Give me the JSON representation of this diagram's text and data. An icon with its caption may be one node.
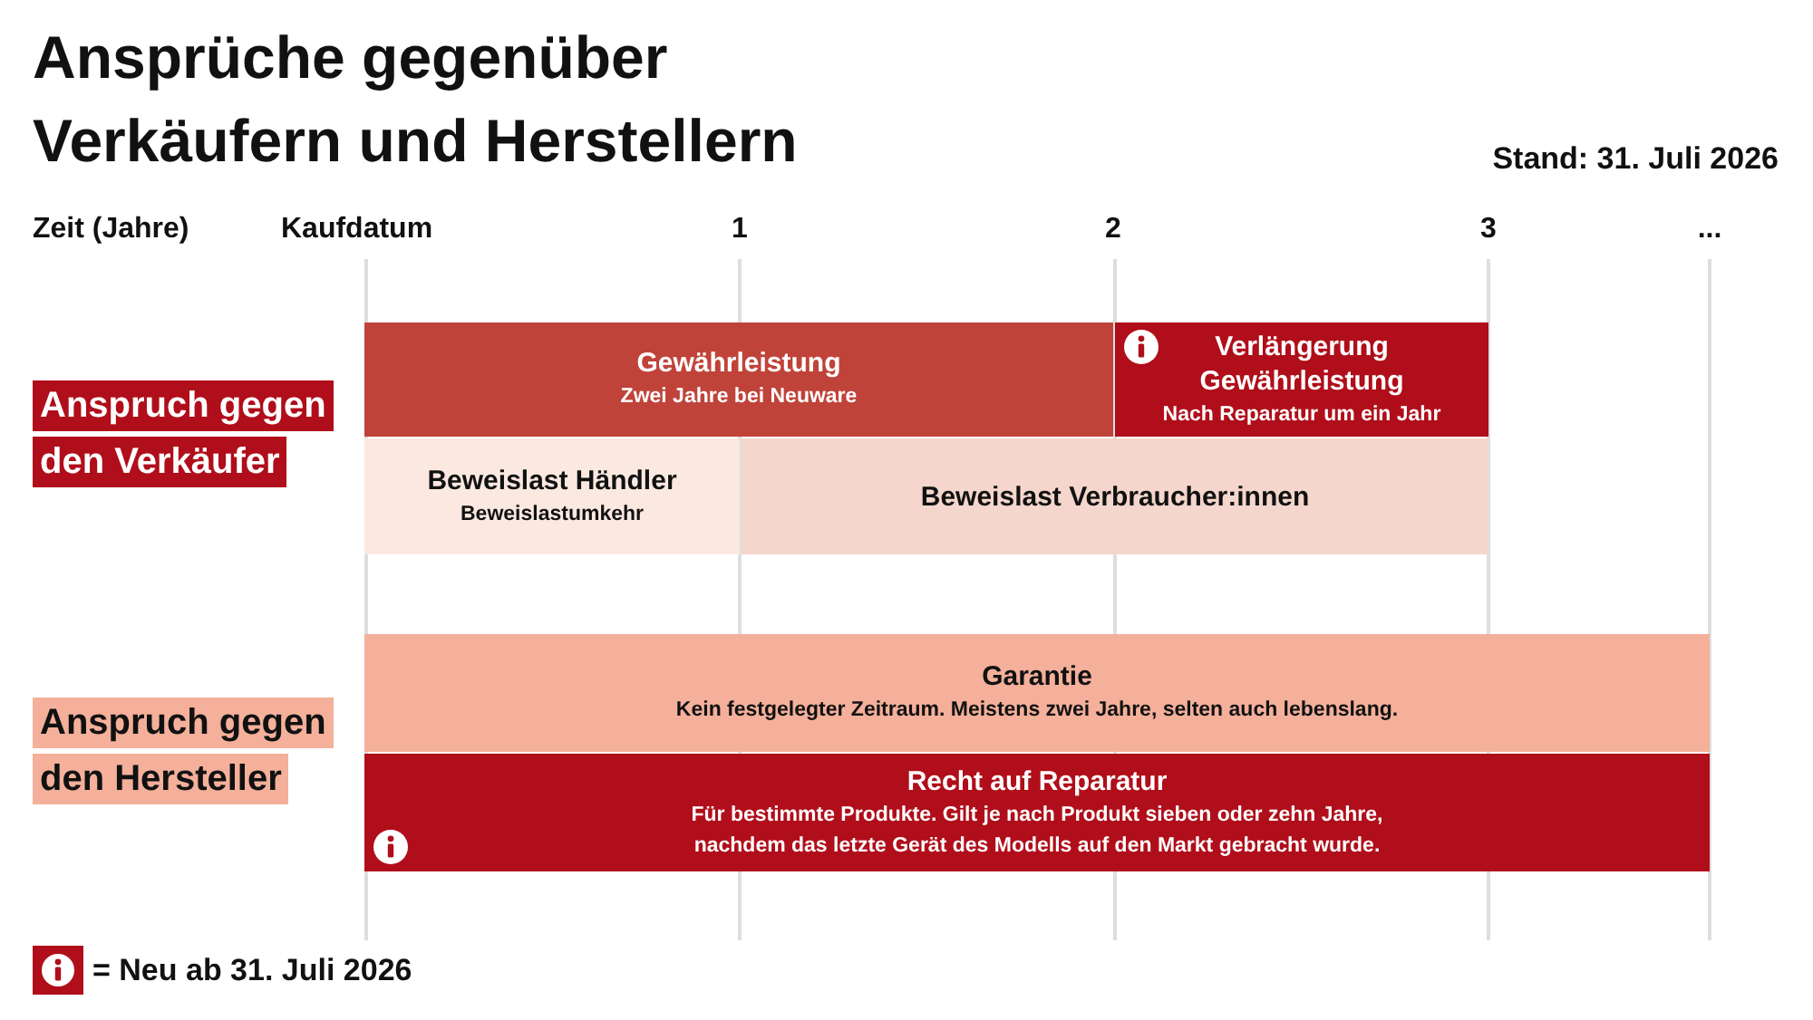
{
  "diagram": {
    "title": "Ansprüche gegenüber Verkäufern und Herstellern",
    "nodes": [
      {
        "text": [
          "Anspruch gegen den Verkäufer"
        ]
      },
      {
        "text": [
          "Gewährleistung",
          "Zwei Jahre bei Neuware"
        ]
      },
      {
        "text": [
          "Verlängerung Gewährleistung",
          "Nach Reparatur um ein Jahr"
        ]
      },
      {
        "text": [
          "Beweislast Händler",
          "Beweislastumkehr"
        ]
      },
      {
        "text": [
          "Beweislast Verbraucher:innen"
        ]
      },
      {
        "text": [
          "Anspruch gegen den Hersteller"
        ]
      },
      {
        "text": [
          "Garantie",
          "Kein festgelegter Zeitraum. Meistens zwei Jahre, selten auch lebenslang."
        ]
      },
      {
        "text": [
          "Recht auf Reparatur",
          "Für bestimmte Produkte. Gilt je nach Produkt sieben oder zehn Jahre, nachdem das letzte Gerät des Modells auf den Markt gebracht wurde."
        ]
      }
    ],
    "labels": [
      "Stand: 31. Juli 2026",
      "Zeit (Jahre)",
      "Kaufdatum",
      "1",
      "2",
      "3",
      "..."
    ],
    "legend": [
      {
        "text": "= Neu ab 31. Juli 2026"
      }
    ]
  }
}
